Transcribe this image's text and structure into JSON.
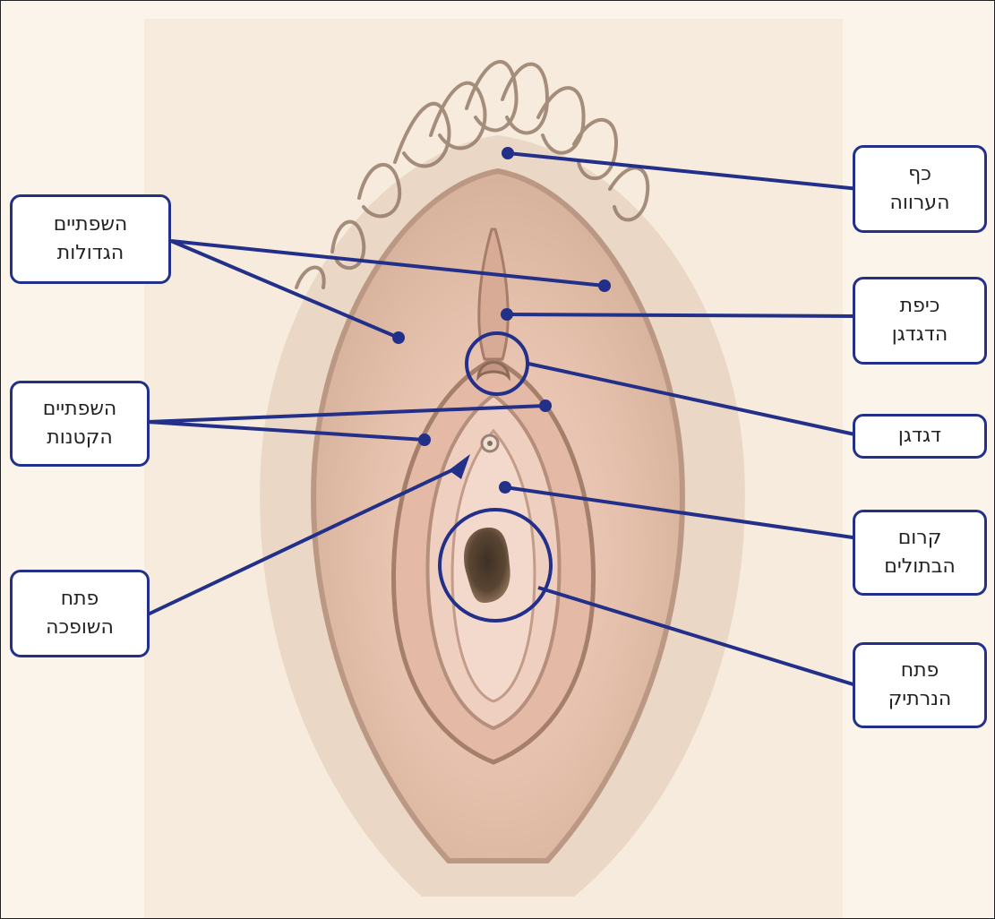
{
  "labels": {
    "mons": {
      "line1": "כף",
      "line2": "הערווה"
    },
    "labia_majora": {
      "line1": "השפתיים",
      "line2": "הגדולות"
    },
    "clitoral_hood": {
      "line1": "כיפת",
      "line2": "הדגדגן"
    },
    "clitoris": {
      "line1": "דגדגן"
    },
    "labia_minora": {
      "line1": "השפתיים",
      "line2": "הקטנות"
    },
    "hymen": {
      "line1": "קרום",
      "line2": "הבתולים"
    },
    "urethral_opening": {
      "line1": "פתח",
      "line2": "השופכה"
    },
    "vaginal_opening": {
      "line1": "פתח",
      "line2": "הנרתיק"
    }
  },
  "colors": {
    "label_border": "#23308a",
    "leader_line": "#23308a",
    "paper": "#fbf4ea"
  }
}
